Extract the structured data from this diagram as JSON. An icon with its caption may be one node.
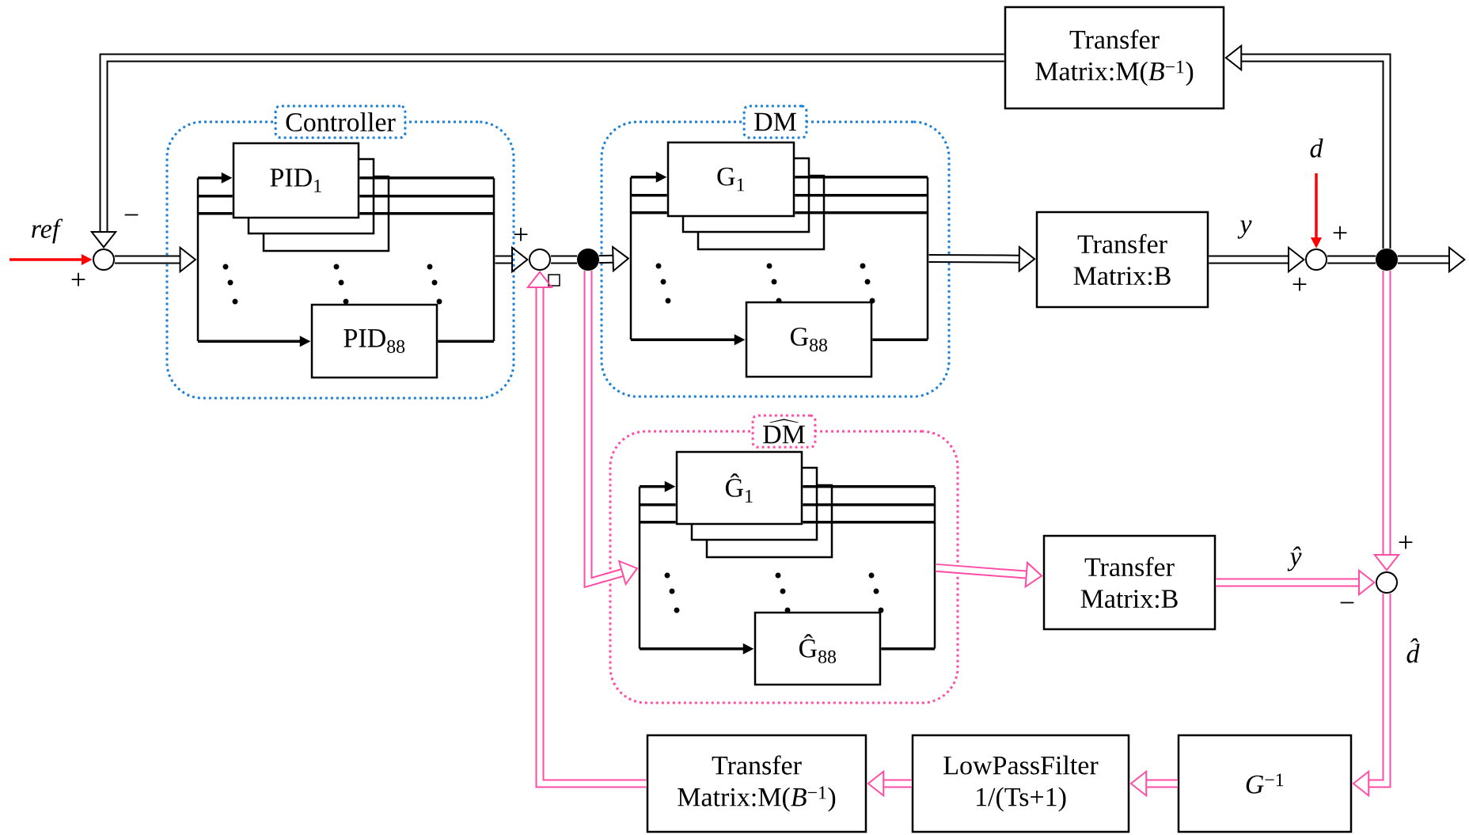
{
  "diagram": {
    "nodes": [
      {
        "text": [
          "Transfer Matrix:M(*B*$^{−1}$)"
        ]
      },
      {
        "text": [
          "Controller"
        ]
      },
      {
        "text": [
          "PID$_{1}$"
        ],
        "in": 1
      },
      {
        "text": [
          "PID$_{88}$"
        ],
        "in": 1
      },
      {
        "text": [
          "DM"
        ]
      },
      {
        "text": [
          "G$_{1}$"
        ],
        "in": 4
      },
      {
        "text": [
          "G$_{88}$"
        ],
        "in": 4
      },
      {
        "text": [
          "Transfer Matrix:B"
        ]
      },
      {
        "text": [
          "\\widehat{\\mathrm{DM}}"
        ]
      },
      {
        "text": [
          "Ĝ$_{1}$"
        ],
        "in": 8
      },
      {
        "text": [
          "Ĝ$_{88}$"
        ],
        "in": 8
      },
      {
        "text": [
          "Transfer Matrix:B"
        ]
      },
      {
        "text": [
          "Transfer Matrix:M(*B*$^{−1}$)"
        ]
      },
      {
        "text": [
          "LowPassFilter",
          "1/(Ts+1)"
        ]
      },
      {
        "text": [
          "*G*$^{−1}$"
        ]
      },
      {
        "text": [],
        "shape": "circle"
      },
      {
        "text": [],
        "shape": "circle"
      },
      {
        "text": [],
        "shape": "dot"
      },
      {
        "text": [],
        "shape": "circle"
      },
      {
        "text": [],
        "shape": "dot"
      },
      {
        "text": [],
        "shape": "circle"
      },
      {
        "text": [],
        "shape": "bar",
        "in": 1
      },
      {
        "text": [],
        "shape": "bar",
        "in": 1
      },
      {
        "text": [],
        "shape": "bar",
        "in": 4
      },
      {
        "text": [],
        "shape": "bar",
        "in": 4
      },
      {
        "text": [],
        "shape": "bar",
        "in": 8
      },
      {
        "text": [],
        "shape": "bar",
        "in": 8
      }
    ],
    "edges": [
      {
        "from": null,
        "to": 15,
        "arrow": "to",
        "label": "ref",
        "color": "#ff0000"
      },
      {
        "from": 15,
        "to": 21,
        "arrow": "to",
        "style": "thick"
      },
      {
        "from": 22,
        "to": 16,
        "arrow": "to",
        "style": "thick"
      },
      {
        "from": 16,
        "to": 17,
        "arrow": "none",
        "style": "thick"
      },
      {
        "from": 17,
        "to": 23,
        "arrow": "to",
        "style": "thick"
      },
      {
        "from": 24,
        "to": 7,
        "arrow": "to",
        "style": "thick"
      },
      {
        "from": 7,
        "to": 18,
        "arrow": "to",
        "label": "y",
        "style": "thick"
      },
      {
        "from": null,
        "to": 18,
        "arrow": "to",
        "label": "d",
        "color": "#ff0000"
      },
      {
        "from": 18,
        "to": 19,
        "arrow": "none",
        "style": "thick"
      },
      {
        "from": 19,
        "to": null,
        "arrow": "to",
        "style": "thick"
      },
      {
        "from": 19,
        "to": 0,
        "arrow": "to",
        "style": "thick"
      },
      {
        "from": 0,
        "to": 15,
        "arrow": "to",
        "style": "thick"
      },
      {
        "from": 17,
        "to": 25,
        "arrow": "to",
        "style": "thick",
        "color": "#ff4da6"
      },
      {
        "from": 26,
        "to": 11,
        "arrow": "to",
        "style": "thick",
        "color": "#ff4da6"
      },
      {
        "from": 11,
        "to": 20,
        "arrow": "to",
        "label": "ŷ",
        "style": "thick",
        "color": "#ff4da6"
      },
      {
        "from": 19,
        "to": 20,
        "arrow": "to",
        "style": "thick",
        "color": "#ff4da6"
      },
      {
        "from": 20,
        "to": 14,
        "arrow": "to",
        "label": "d̂",
        "style": "thick",
        "color": "#ff4da6"
      },
      {
        "from": 14,
        "to": 13,
        "arrow": "to",
        "style": "thick",
        "color": "#ff4da6"
      },
      {
        "from": 13,
        "to": 12,
        "arrow": "to",
        "style": "thick",
        "color": "#ff4da6"
      },
      {
        "from": 12,
        "to": 16,
        "arrow": "to",
        "style": "thick",
        "color": "#ff4da6"
      },
      {
        "from": 21,
        "to": 2,
        "arrow": "to"
      },
      {
        "from": 21,
        "to": 3,
        "arrow": "to"
      },
      {
        "from": 2,
        "to": 22,
        "arrow": "none"
      },
      {
        "from": 3,
        "to": 22,
        "arrow": "none"
      },
      {
        "from": 23,
        "to": 5,
        "arrow": "to"
      },
      {
        "from": 23,
        "to": 6,
        "arrow": "to"
      },
      {
        "from": 5,
        "to": 24,
        "arrow": "none"
      },
      {
        "from": 6,
        "to": 24,
        "arrow": "none"
      },
      {
        "from": 25,
        "to": 9,
        "arrow": "to"
      },
      {
        "from": 25,
        "to": 10,
        "arrow": "to"
      },
      {
        "from": 9,
        "to": 26,
        "arrow": "none"
      },
      {
        "from": 10,
        "to": 26,
        "arrow": "none"
      },
      {
        "from": 21,
        "to": 2,
        "arrow": "none"
      },
      {
        "from": 21,
        "to": 2,
        "arrow": "none"
      },
      {
        "from": 2,
        "to": 22,
        "arrow": "none"
      },
      {
        "from": 2,
        "to": 22,
        "arrow": "none"
      },
      {
        "from": 23,
        "to": 5,
        "arrow": "none"
      },
      {
        "from": 23,
        "to": 5,
        "arrow": "none"
      },
      {
        "from": 5,
        "to": 24,
        "arrow": "none"
      },
      {
        "from": 5,
        "to": 24,
        "arrow": "none"
      },
      {
        "from": 25,
        "to": 9,
        "arrow": "none"
      },
      {
        "from": 25,
        "to": 9,
        "arrow": "none"
      },
      {
        "from": 9,
        "to": 26,
        "arrow": "none"
      },
      {
        "from": 9,
        "to": 26,
        "arrow": "none"
      }
    ],
    "labels": [
      "−",
      "+",
      "+",
      "+",
      "+",
      "+",
      "−"
    ]
  }
}
